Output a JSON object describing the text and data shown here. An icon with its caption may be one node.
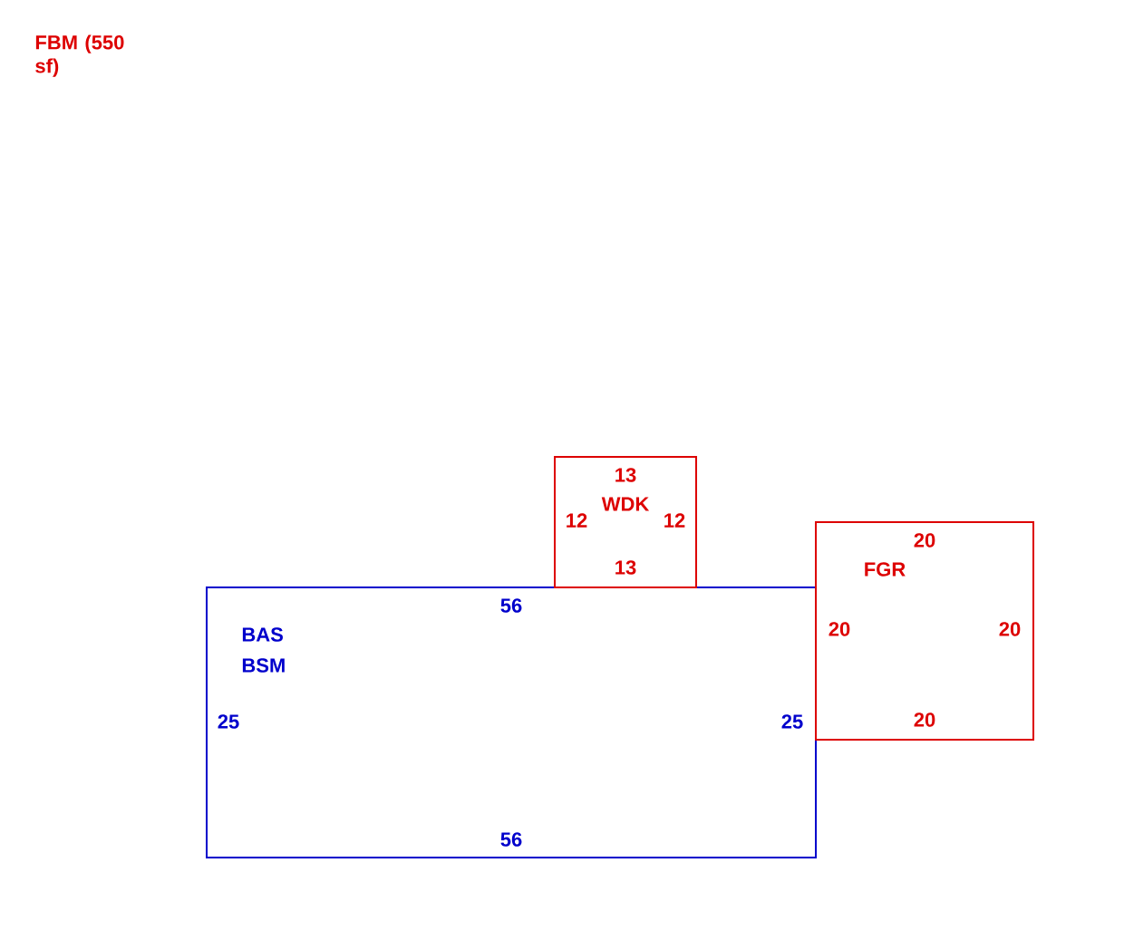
{
  "diagram": {
    "nodes": [
      {
        "text": [
          "56",
          "BAS",
          "BSM",
          "25",
          "25",
          "56"
        ]
      },
      {
        "text": [
          "13",
          "WDK",
          "12",
          "12",
          "13"
        ]
      },
      {
        "text": [
          "20",
          "FGR",
          "20",
          "20",
          "20"
        ]
      }
    ],
    "labels": [
      "FBM (550 sf)"
    ]
  }
}
